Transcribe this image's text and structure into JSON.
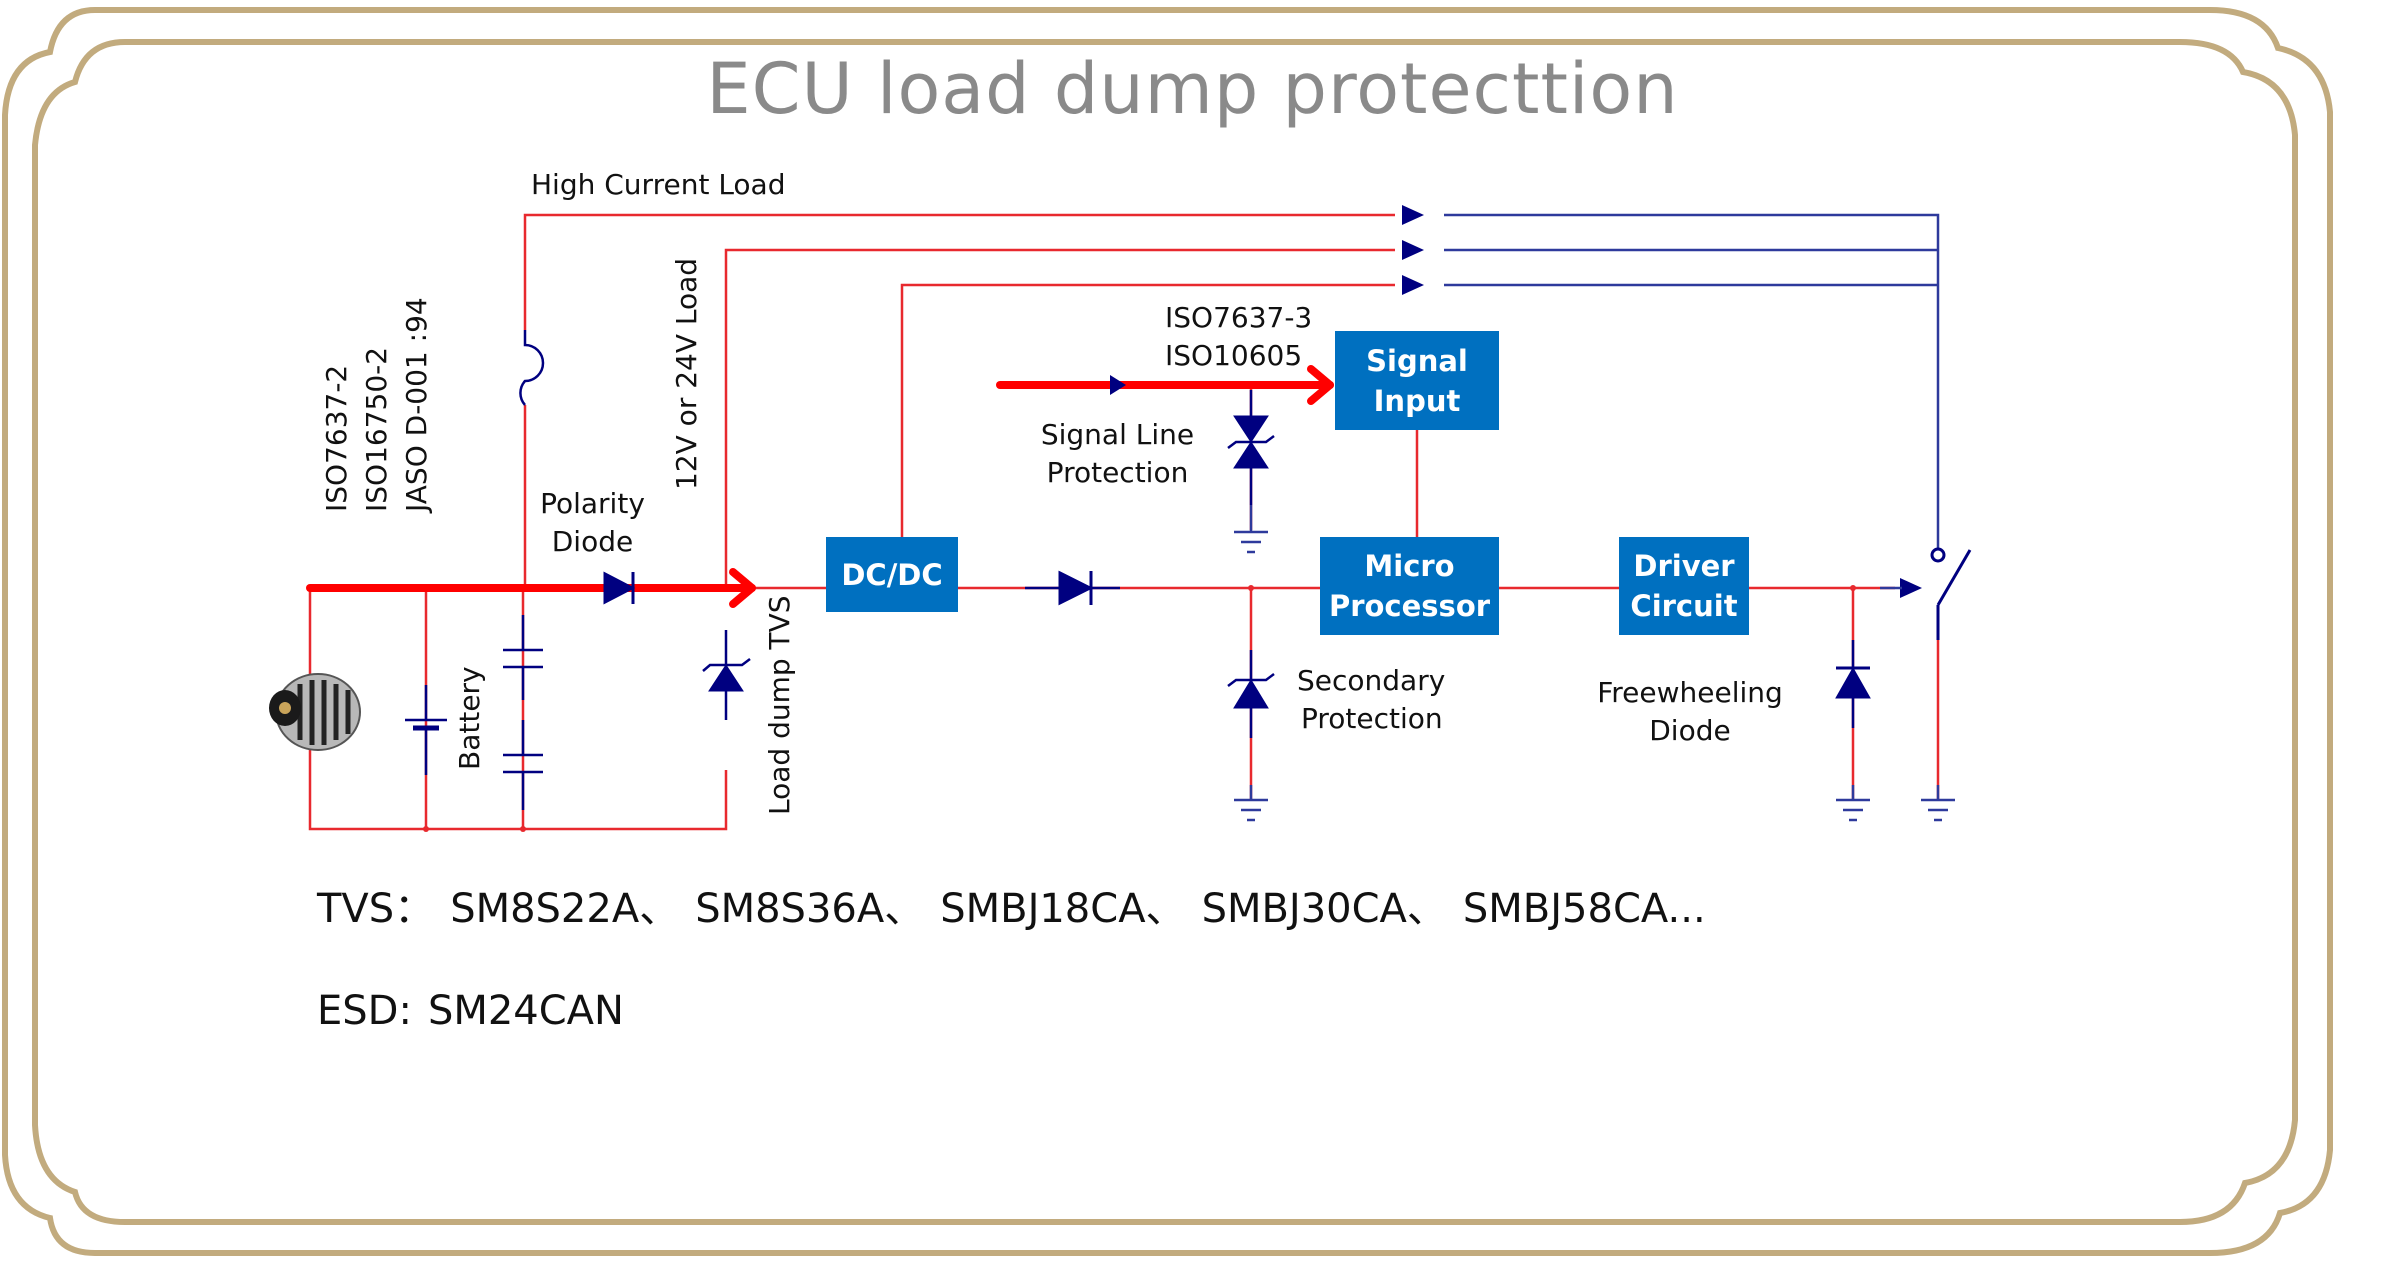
{
  "title": "ECU load dump protecttion",
  "colors": {
    "frame": "#c2ab7e",
    "wire": "#e8292e",
    "power_path": "#ff0000",
    "component": "#000080",
    "block_fill": "#0070c0",
    "block_text": "#ffffff",
    "title_text": "#8a8a8a"
  },
  "labels": {
    "high_current_load": "High Current Load",
    "standards_left": [
      "ISO7637-2",
      "ISO16750-2",
      "JASO D-001 :94"
    ],
    "load_12v_24v": "12V or 24V Load",
    "polarity_diode": [
      "Polarity",
      "Diode"
    ],
    "battery": "Battery",
    "load_dump_tvs": "Load dump TVS",
    "standards_signal": [
      "ISO7637-3",
      "ISO10605"
    ],
    "signal_line_protection": [
      "Signal Line",
      "Protection"
    ],
    "secondary_protection": [
      "Secondary",
      "Protection"
    ],
    "freewheeling_diode": [
      "Freewheeling",
      "Diode"
    ]
  },
  "blocks": {
    "dcdc": [
      "DC/DC"
    ],
    "signal_input": [
      "Signal",
      "Input"
    ],
    "micro_processor": [
      "Micro",
      "Processor"
    ],
    "driver_circuit": [
      "Driver",
      "Circuit"
    ]
  },
  "components": {
    "alternator": "alternator-image",
    "battery": "battery-symbol",
    "fuse": "fuse-symbol",
    "capacitors": "capacitor-symbol",
    "polarity_diode": "diode-symbol",
    "load_dump_tvs": "tvs-diode-symbol",
    "dcdc_diode": "diode-symbol",
    "signal_tvs": "bidirectional-tvs-symbol",
    "secondary_tvs": "tvs-diode-symbol",
    "freewheeling_diode": "diode-symbol",
    "output_switch": "switch-symbol",
    "grounds": "ground-symbol"
  },
  "parts": {
    "tvs_label": "TVS：",
    "tvs_items": [
      "SM8S22A、",
      "SM8S36A、",
      "SMBJ18CA、",
      "SMBJ30CA、",
      "SMBJ58CA..."
    ],
    "esd_label": "ESD:",
    "esd_items": [
      "SM24CAN"
    ]
  }
}
